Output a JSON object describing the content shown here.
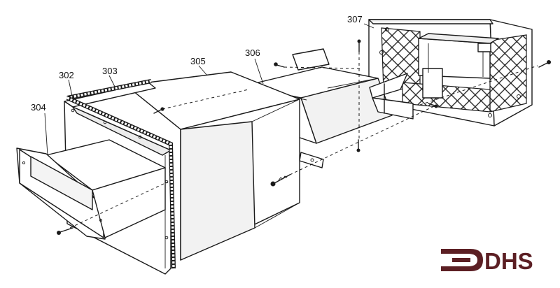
{
  "diagram": {
    "part_labels": {
      "p302": "302",
      "p303": "303",
      "p304": "304",
      "p305": "305",
      "p306": "306",
      "p307": "307"
    }
  },
  "logo": {
    "text": "DHS",
    "color": "#5c1f24"
  },
  "colors": {
    "line": "#1a1a1a",
    "panel_shade": "#e9e9e9",
    "background": "#ffffff"
  }
}
